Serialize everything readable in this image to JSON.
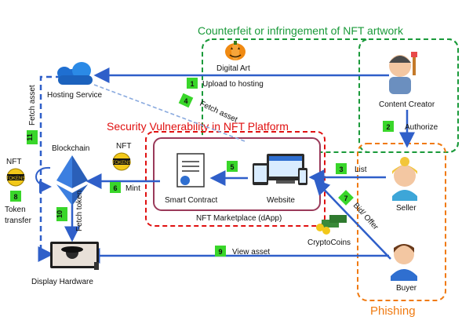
{
  "titles": {
    "counterfeit": "Counterfeit or infringement of NFT artwork",
    "security": "Security Vulnerability in NFT Platform",
    "phishing": "Phishing"
  },
  "nodes": {
    "hosting": "Hosting Service",
    "digital_art": "Digital Art",
    "creator": "Content Creator",
    "seller": "Seller",
    "buyer": "Buyer",
    "blockchain": "Blockchain",
    "nft_left": "NFT",
    "nft_mid": "NFT",
    "token_transfer_1": "Token",
    "token_transfer_2": "transfer",
    "smart_contract": "Smart Contract",
    "website": "Website",
    "marketplace": "NFT Marketplace (dApp)",
    "cryptocoins": "CryptoCoins",
    "display": "Display Hardware",
    "tokens_badge": "TOKENS"
  },
  "steps": [
    {
      "num": "1",
      "label": "Upload to hosting"
    },
    {
      "num": "2",
      "label": "Authorize"
    },
    {
      "num": "3",
      "label": "List"
    },
    {
      "num": "4",
      "label": "Fetch asset"
    },
    {
      "num": "5",
      "label": ""
    },
    {
      "num": "6",
      "label": "Mint"
    },
    {
      "num": "7",
      "label": "Bid/ Offer"
    },
    {
      "num": "8",
      "label": ""
    },
    {
      "num": "9",
      "label": "View asset"
    },
    {
      "num": "10",
      "label": "Fetch token"
    },
    {
      "num": "11",
      "label": "Fetch asset"
    }
  ],
  "colors": {
    "green": "#1a9a3a",
    "red": "#e01010",
    "orange": "#f07a10",
    "badge": "#39d62a",
    "arrow": "#2f5fc9",
    "marketplace_border": "#9a3a5a"
  }
}
